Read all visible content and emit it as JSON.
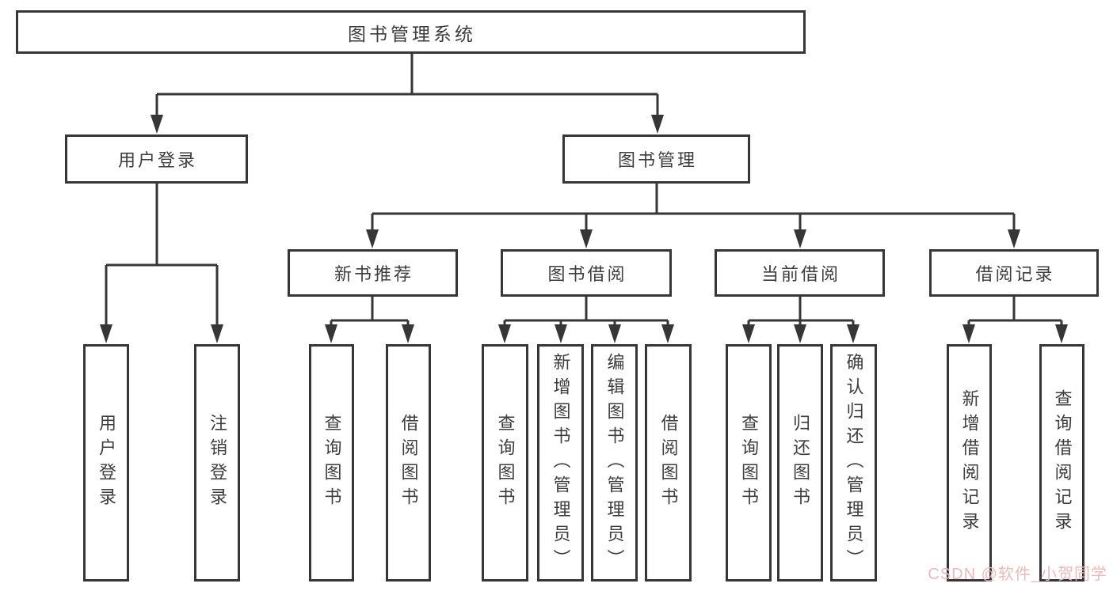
{
  "diagram": {
    "title": "图书管理系统",
    "level2": {
      "user": "用户登录",
      "book": "图书管理"
    },
    "level3": {
      "new_books": "新书推荐",
      "borrow": "图书借阅",
      "current": "当前借阅",
      "records": "借阅记录"
    },
    "leaves": {
      "user": [
        "用户登录",
        "注销登录"
      ],
      "new_books": [
        "查询图书",
        "借阅图书"
      ],
      "borrow": [
        "查询图书",
        "新增图书（管理员）",
        "编辑图书（管理员）",
        "借阅图书"
      ],
      "current": [
        "查询图书",
        "归还图书",
        "确认归还（管理员）"
      ],
      "records": [
        "新增借阅记录",
        "查询借阅记录"
      ]
    }
  },
  "watermark": {
    "text": "CSDN @软件_小贺同学",
    "color": "#edb9b9"
  },
  "colors": {
    "line": "#363636",
    "text": "#3d3d3d",
    "box_background": "#ffffff"
  }
}
